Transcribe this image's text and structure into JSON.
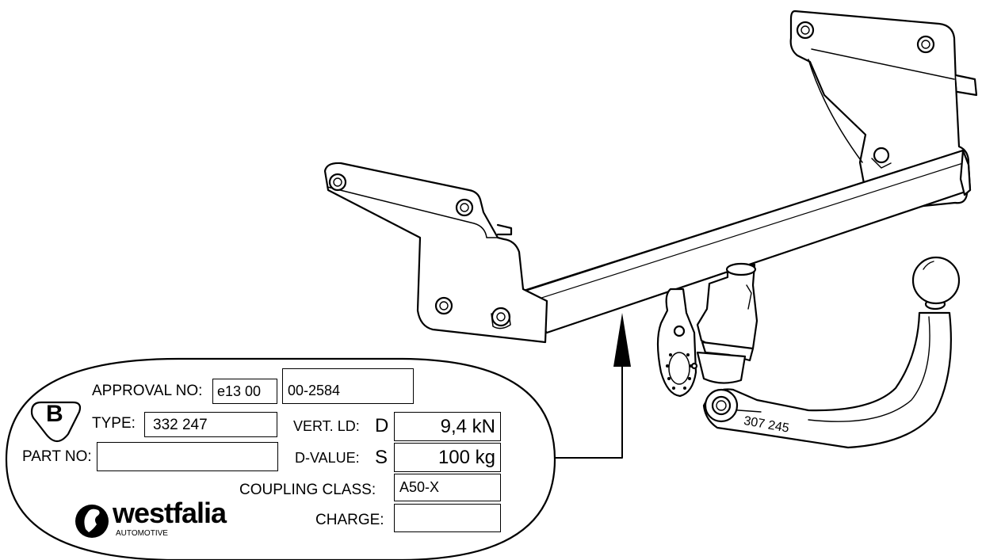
{
  "plate": {
    "approval_label": "APPROVAL NO:",
    "approval_value_1": "e13 00",
    "approval_value_2": "00-2584",
    "type_label": "TYPE:",
    "type_value": "332 247",
    "part_no_label": "PART NO:",
    "part_no_value": "",
    "vert_ld_label": "VERT. LD:",
    "vert_ld_symbol": "D",
    "vert_ld_value": "9,4 kN",
    "d_value_label": "D-VALUE:",
    "d_value_symbol": "S",
    "d_value_value": "100 kg",
    "coupling_class_label": "COUPLING CLASS:",
    "coupling_class_value": "A50-X",
    "charge_label": "CHARGE:",
    "charge_value": "",
    "badge_letter": "B",
    "brand_name": "westfalia",
    "brand_sub": "AUTOMOTIVE"
  },
  "hitch": {
    "arm_marking": "307 245"
  }
}
